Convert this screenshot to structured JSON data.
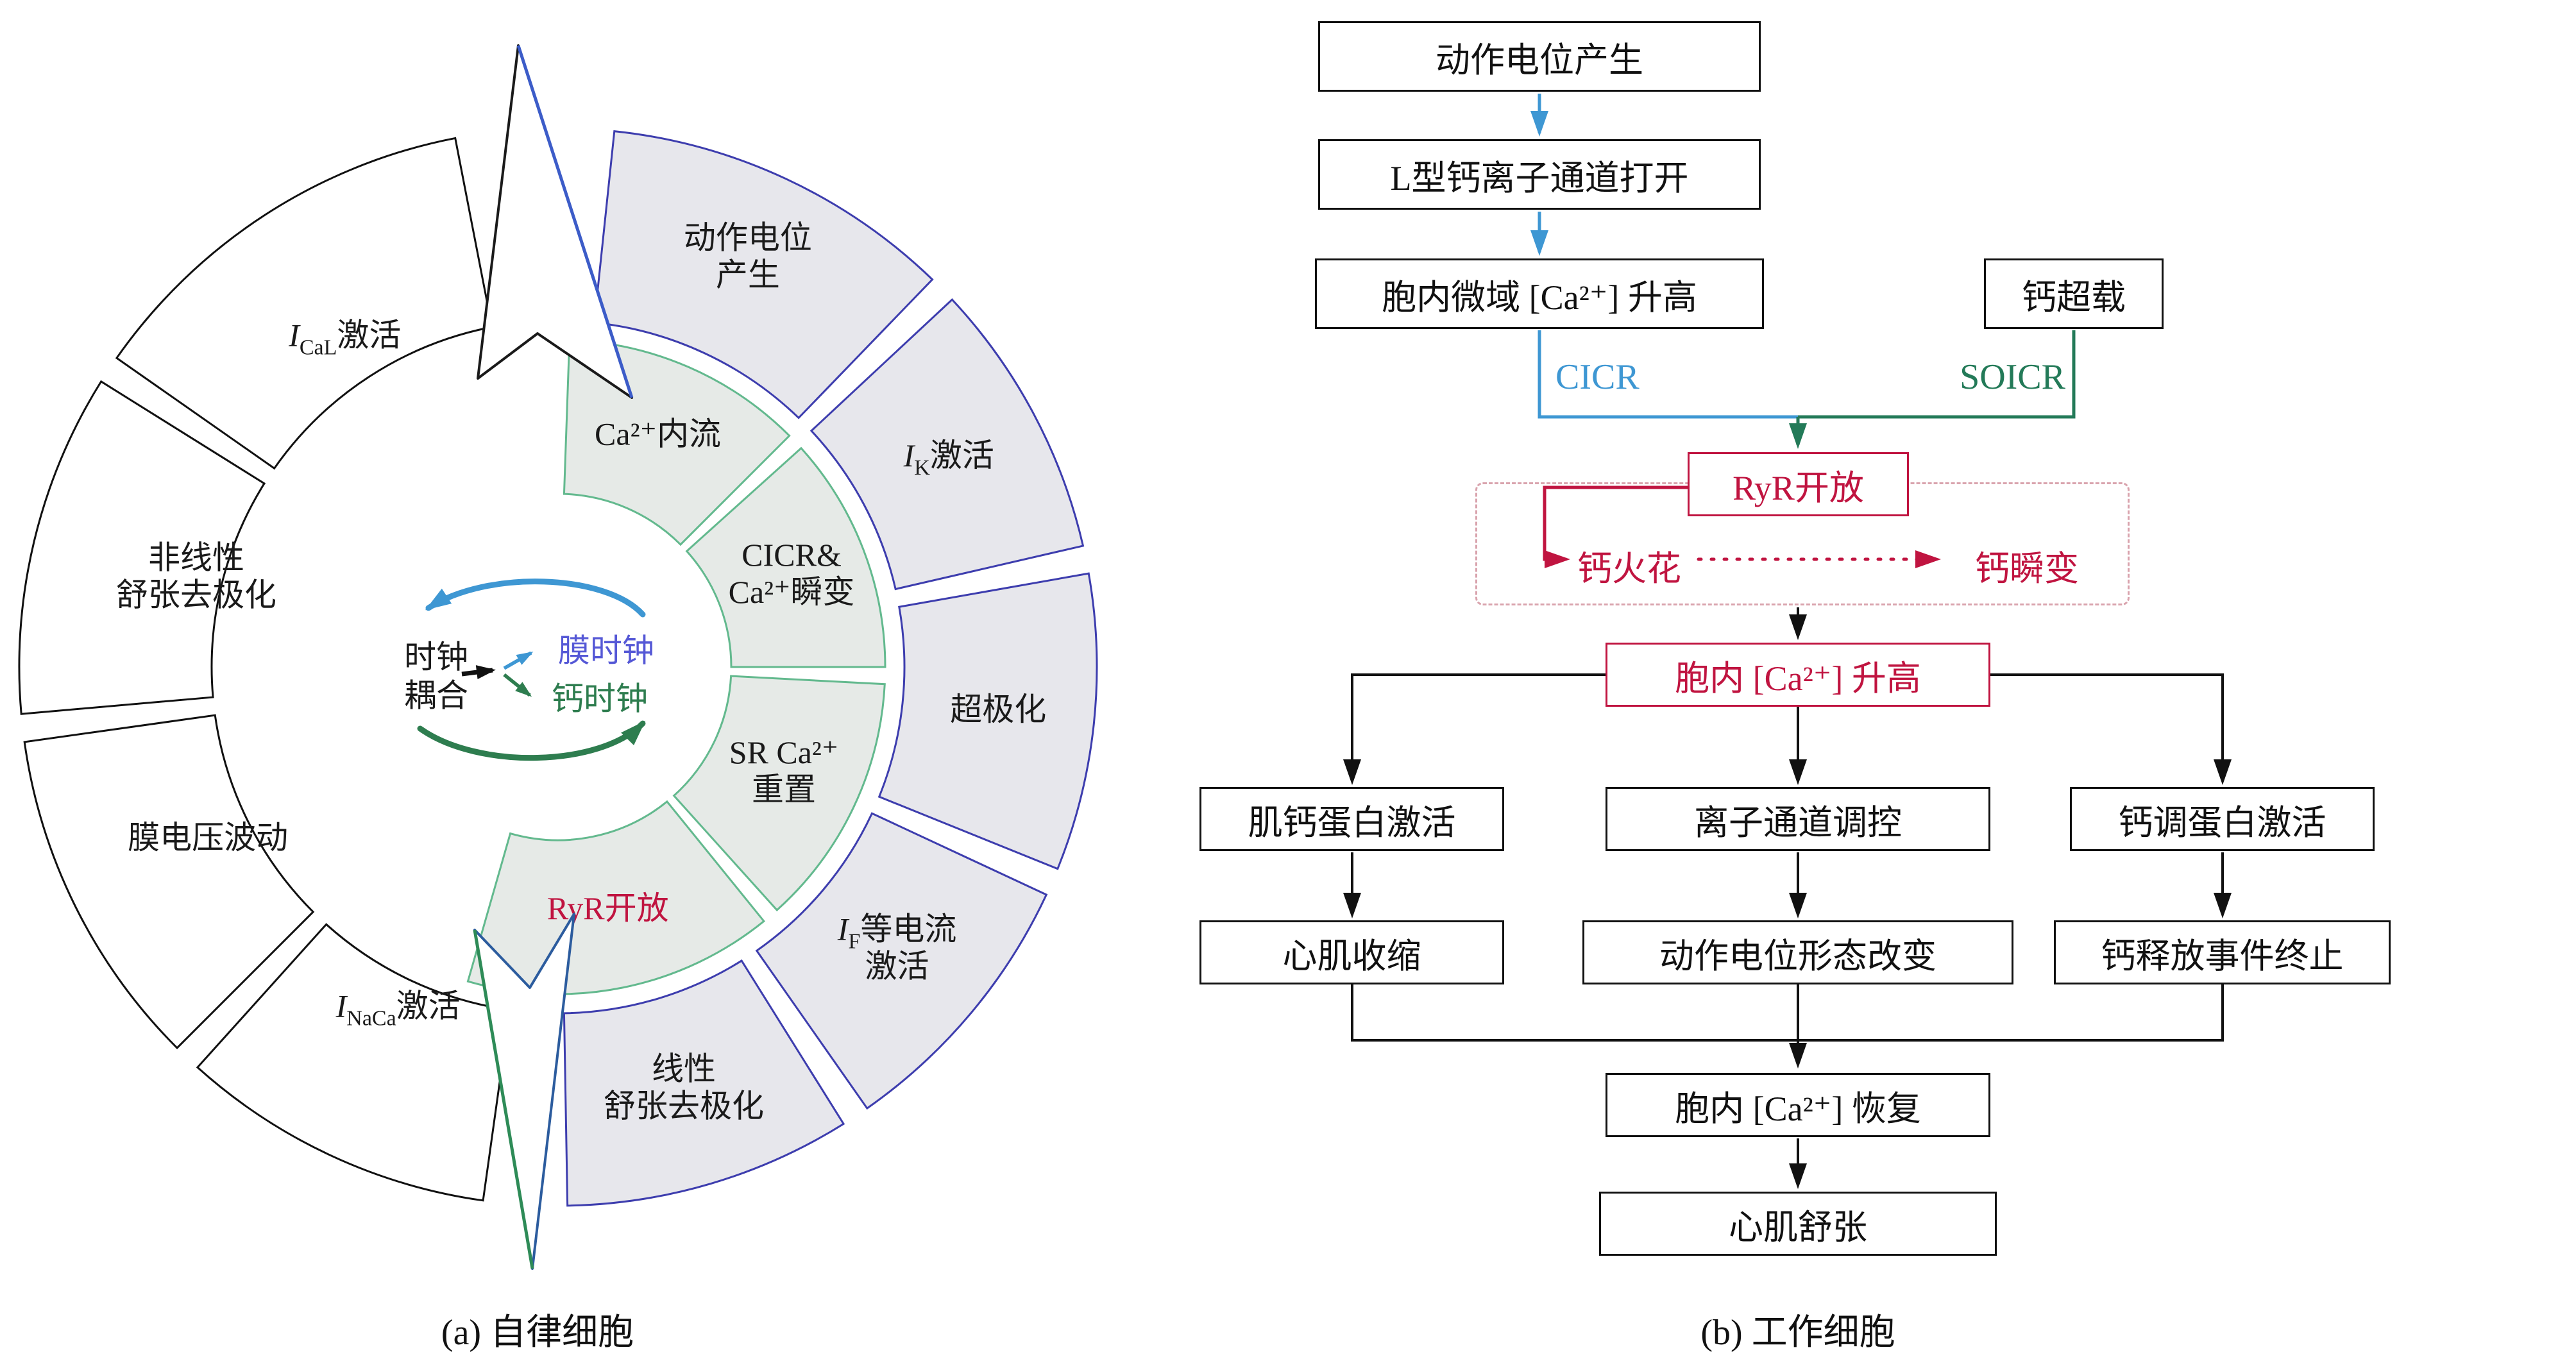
{
  "captions": {
    "a": "(a) 自律细胞",
    "b": "(b) 工作细胞"
  },
  "colors": {
    "grey_fill": "#e7e7ec",
    "grey_stroke": "#3d3dae",
    "white_fill": "#ffffff",
    "white_stroke": "#111111",
    "inner_fill": "#e6eae7",
    "inner_stroke": "#63b98e",
    "red": "#c01440",
    "blue": "#3e97d3",
    "green": "#237a58",
    "violet": "#5558d6",
    "dark_green": "#2e7d4f",
    "black": "#111111"
  },
  "wheel": {
    "outer_segments": [
      {
        "id": "action-potential-generation",
        "a1": 6,
        "a2": 44,
        "shade": "grey",
        "rl": 700,
        "lines": [
          [
            {
              "t": "动作电位"
            }
          ],
          [
            {
              "t": "产生"
            }
          ]
        ]
      },
      {
        "id": "ik-activation",
        "a1": 47,
        "a2": 77,
        "shade": "grey",
        "lines": [
          [
            {
              "t": "I",
              "i": true
            },
            {
              "t": "K",
              "sub": true
            },
            {
              "t": "激活"
            }
          ]
        ]
      },
      {
        "id": "hyperpolarization",
        "a1": 80,
        "a2": 112,
        "shade": "grey",
        "lines": [
          [
            {
              "t": "超极化"
            }
          ]
        ]
      },
      {
        "id": "if-currents-activation",
        "a1": 115,
        "a2": 145,
        "shade": "grey",
        "lines": [
          [
            {
              "t": "I",
              "i": true
            },
            {
              "t": "F",
              "sub": true
            },
            {
              "t": "等电流"
            }
          ],
          [
            {
              "t": "激活"
            }
          ]
        ]
      },
      {
        "id": "linear-diastolic-depolarization",
        "a1": 148,
        "a2": 179,
        "shade": "grey",
        "lines": [
          [
            {
              "t": "线性"
            }
          ],
          [
            {
              "t": "舒张去极化"
            }
          ]
        ]
      },
      {
        "id": "inaca-activation",
        "a1": 188,
        "a2": 222,
        "shade": "white",
        "rl": 590,
        "lines": [
          [
            {
              "t": "I",
              "i": true
            },
            {
              "t": "NaCa",
              "sub": true
            },
            {
              "t": "激活"
            }
          ]
        ]
      },
      {
        "id": "membrane-voltage-fluctuation",
        "a1": 225,
        "a2": 262,
        "shade": "white",
        "rl": 610,
        "lines": [
          [
            {
              "t": "膜电压波动"
            }
          ]
        ]
      },
      {
        "id": "nonlinear-diastolic-depolarization",
        "a1": 265,
        "a2": 302,
        "shade": "white",
        "rl": 580,
        "lines": [
          [
            {
              "t": "非线性"
            }
          ],
          [
            {
              "t": "舒张去极化"
            }
          ]
        ]
      },
      {
        "id": "ical-activation",
        "a1": 305,
        "a2": 349,
        "shade": "white",
        "rl": 610,
        "lines": [
          [
            {
              "t": "I",
              "i": true
            },
            {
              "t": "CaL",
              "sub": true
            },
            {
              "t": "激活"
            }
          ]
        ]
      }
    ],
    "inner_segments": [
      {
        "id": "ca-influx",
        "a1": 2,
        "a2": 45,
        "lines": [
          [
            {
              "t": "Ca²⁺内流"
            }
          ]
        ]
      },
      {
        "id": "cicr-ca-transient",
        "a1": 48,
        "a2": 90,
        "lines": [
          [
            {
              "t": "CICR&"
            }
          ],
          [
            {
              "t": "Ca²⁺瞬变"
            }
          ]
        ]
      },
      {
        "id": "sr-ca-reset",
        "a1": 93,
        "a2": 138,
        "lines": [
          [
            {
              "t": "SR Ca²⁺"
            }
          ],
          [
            {
              "t": "重置"
            }
          ]
        ]
      },
      {
        "id": "ryr-opening",
        "a1": 141,
        "a2": 196,
        "color": "red",
        "lines": [
          [
            {
              "t": "RyR开放"
            }
          ]
        ]
      }
    ],
    "center": {
      "coupling_line1": "时钟",
      "coupling_line2": "耦合",
      "membrane_clock": "膜时钟",
      "calcium_clock": "钙时钟"
    }
  },
  "flowchart": {
    "boxes": {
      "action_potential": "动作电位产生",
      "l_type_channel": "L型钙离子通道打开",
      "microdomain_ca_rise": "胞内微域 [Ca²⁺] 升高",
      "ca_overload": "钙超载",
      "ryr_open": "RyR开放",
      "cytosolic_ca_rise": "胞内 [Ca²⁺] 升高",
      "troponin_activation": "肌钙蛋白激活",
      "ion_channel_regulation": "离子通道调控",
      "calmodulin_activation": "钙调蛋白激活",
      "myocardial_contraction": "心肌收缩",
      "ap_shape_change": "动作电位形态改变",
      "ca_release_termination": "钙释放事件终止",
      "cytosolic_ca_recovery": "胞内 [Ca²⁺] 恢复",
      "myocardial_relaxation": "心肌舒张"
    },
    "labels": {
      "cicr": "CICR",
      "soicr": "SOICR",
      "ca_spark": "钙火花",
      "ca_transient": "钙瞬变"
    }
  }
}
